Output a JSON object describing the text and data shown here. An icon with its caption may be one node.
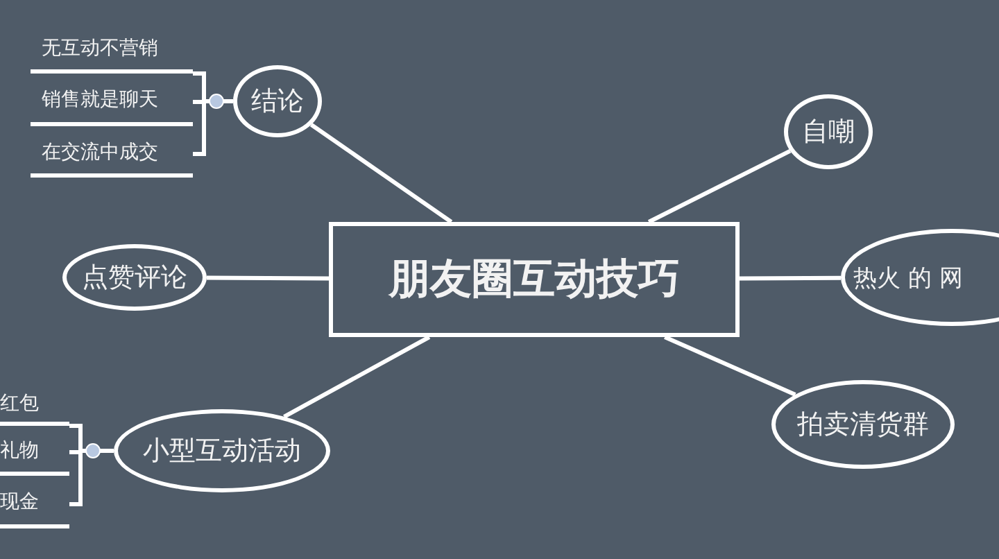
{
  "diagram": {
    "nodes": [
      {
        "text": [
          "朋友圈互动技巧"
        ]
      },
      {
        "text": [
          "结论"
        ]
      },
      {
        "text": [
          "无互动不营销"
        ]
      },
      {
        "text": [
          "销售就是聊天"
        ]
      },
      {
        "text": [
          "在交流中成交"
        ]
      },
      {
        "text": [
          "点赞评论"
        ]
      },
      {
        "text": [
          "小型互动活动"
        ]
      },
      {
        "text": [
          "红包"
        ]
      },
      {
        "text": [
          "礼物"
        ]
      },
      {
        "text": [
          "现金"
        ]
      },
      {
        "text": [
          "自嘲"
        ]
      },
      {
        "text": [
          "热火 的 网"
        ]
      },
      {
        "text": [
          "拍卖清货群"
        ]
      }
    ],
    "edges": [
      {
        "from": 0,
        "to": 1,
        "arrow": "none"
      },
      {
        "from": 1,
        "to": 2,
        "arrow": "none"
      },
      {
        "from": 1,
        "to": 3,
        "arrow": "none"
      },
      {
        "from": 1,
        "to": 4,
        "arrow": "none"
      },
      {
        "from": 0,
        "to": 5,
        "arrow": "none"
      },
      {
        "from": 0,
        "to": 6,
        "arrow": "none"
      },
      {
        "from": 6,
        "to": 7,
        "arrow": "none"
      },
      {
        "from": 6,
        "to": 8,
        "arrow": "none"
      },
      {
        "from": 6,
        "to": 9,
        "arrow": "none"
      },
      {
        "from": 0,
        "to": 10,
        "arrow": "none"
      },
      {
        "from": 0,
        "to": 11,
        "arrow": "none"
      },
      {
        "from": 0,
        "to": 12,
        "arrow": "none"
      }
    ]
  }
}
